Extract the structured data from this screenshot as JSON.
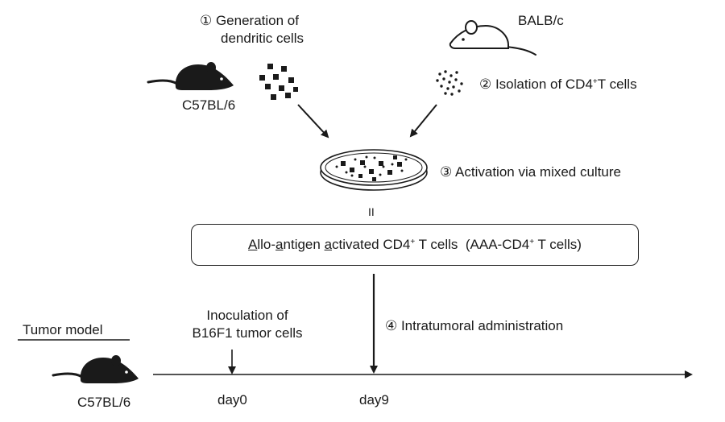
{
  "steps": {
    "step1": {
      "line1": "① Generation of",
      "line2": "dendritic cells"
    },
    "step2": {
      "prefix": "② Isolation of CD4",
      "sup": "+",
      "suffix": "T cells"
    },
    "step3": {
      "text": "③ Activation via mixed culture"
    },
    "step4": {
      "text": "④ Intratumoral administration"
    }
  },
  "mice": {
    "donor_dc": "C57BL/6",
    "donor_t": "BALB/c",
    "tumor_host": "C57BL/6"
  },
  "equals_sign": "II",
  "result_box": {
    "A1": "A",
    "t1": "llo-",
    "A2": "a",
    "t2": "ntigen ",
    "A3": "a",
    "t3": "ctivated CD4",
    "sup1": "+",
    "t4": " T cells  (AAA-CD4",
    "sup2": "+",
    "t5": " T cells)"
  },
  "tumor_model": {
    "title": "Tumor model",
    "inoculation_line1": "Inoculation of",
    "inoculation_line2": "B16F1 tumor cells",
    "day0": "day0",
    "day9": "day9"
  },
  "icons": {
    "mouse_black": "mouse-black-icon",
    "mouse_white": "mouse-outline-icon",
    "dendritic_cells": "dendritic-cells-icon",
    "t_cells": "t-cells-icon",
    "petri_dish": "petri-dish-icon"
  },
  "colors": {
    "ink": "#1a1a1a",
    "background": "#ffffff"
  }
}
